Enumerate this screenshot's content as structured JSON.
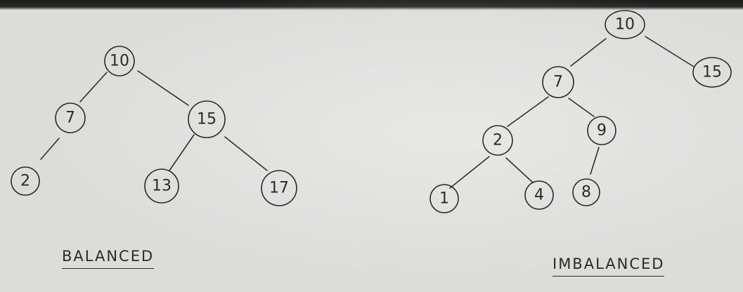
{
  "trees": [
    {
      "caption": "BALANCED",
      "nodes": [
        {
          "id": "b10",
          "label": "10"
        },
        {
          "id": "b7",
          "label": "7"
        },
        {
          "id": "b15",
          "label": "15"
        },
        {
          "id": "b2",
          "label": "2"
        },
        {
          "id": "b13",
          "label": "13"
        },
        {
          "id": "b17",
          "label": "17"
        }
      ],
      "edges": [
        [
          "b10",
          "b7"
        ],
        [
          "b10",
          "b15"
        ],
        [
          "b7",
          "b2"
        ],
        [
          "b15",
          "b13"
        ],
        [
          "b15",
          "b17"
        ]
      ]
    },
    {
      "caption": "IMBALANCED",
      "nodes": [
        {
          "id": "i10",
          "label": "10"
        },
        {
          "id": "i7",
          "label": "7"
        },
        {
          "id": "i15",
          "label": "15"
        },
        {
          "id": "i2",
          "label": "2"
        },
        {
          "id": "i9",
          "label": "9"
        },
        {
          "id": "i1",
          "label": "1"
        },
        {
          "id": "i4",
          "label": "4"
        },
        {
          "id": "i8",
          "label": "8"
        }
      ],
      "edges": [
        [
          "i10",
          "i7"
        ],
        [
          "i10",
          "i15"
        ],
        [
          "i7",
          "i2"
        ],
        [
          "i7",
          "i9"
        ],
        [
          "i2",
          "i1"
        ],
        [
          "i2",
          "i4"
        ],
        [
          "i9",
          "i8"
        ]
      ]
    }
  ]
}
